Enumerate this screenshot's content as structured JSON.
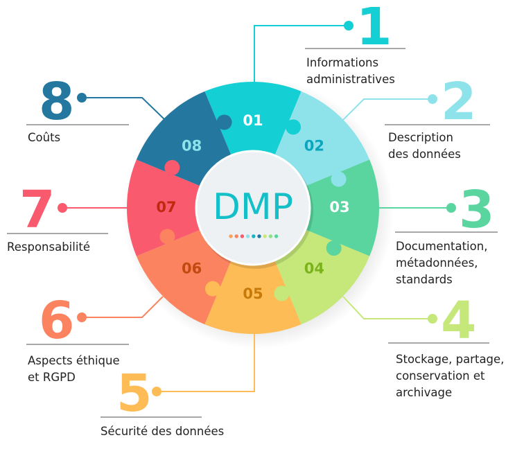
{
  "center": {
    "title": "DMP",
    "title_color": "#14BFC7"
  },
  "segments": [
    {
      "num": "01",
      "big": "1",
      "color": "#14CFD4",
      "num_color": "#FFFFFF",
      "accent": "#14CFD4",
      "lines": [
        "Informations",
        "administratives"
      ]
    },
    {
      "num": "02",
      "big": "2",
      "color": "#8EE3EA",
      "num_color": "#0AA6C0",
      "accent": "#8EE3EA",
      "lines": [
        "Description",
        "des données"
      ]
    },
    {
      "num": "03",
      "big": "3",
      "color": "#5AD5A0",
      "num_color": "#FFFFFF",
      "accent": "#5AD5A0",
      "lines": [
        "Documentation,",
        "métadonnées,",
        "standards"
      ]
    },
    {
      "num": "04",
      "big": "4",
      "color": "#C6E87A",
      "num_color": "#7BB31A",
      "accent": "#C6E87A",
      "lines": [
        "Stockage, partage,",
        "conservation et",
        "archivage"
      ]
    },
    {
      "num": "05",
      "big": "5",
      "color": "#FDBC55",
      "num_color": "#C77A0A",
      "accent": "#FDBC55",
      "lines": [
        "Sécurité des données"
      ]
    },
    {
      "num": "06",
      "big": "6",
      "color": "#FB835F",
      "num_color": "#C24A10",
      "accent": "#FB835F",
      "lines": [
        "Aspects éthique",
        "et RGPD"
      ]
    },
    {
      "num": "07",
      "big": "7",
      "color": "#FA5A6E",
      "num_color": "#C0280F",
      "accent": "#FA5A6E",
      "lines": [
        "Responsabilité"
      ]
    },
    {
      "num": "08",
      "big": "8",
      "color": "#2478A0",
      "num_color": "#8EE3EA",
      "accent": "#2478A0",
      "lines": [
        "Coûts"
      ]
    }
  ],
  "dot_colors": [
    "#FDA25A",
    "#FB835F",
    "#FA5A6E",
    "#8EE3EA",
    "#14B5C7",
    "#2478A0",
    "#C6E87A",
    "#8FE08A",
    "#5AD5A0"
  ]
}
